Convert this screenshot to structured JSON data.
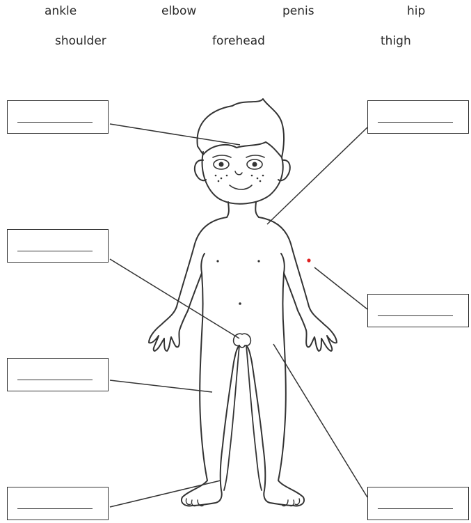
{
  "word_bank": [
    "ankle",
    "elbow",
    "penis",
    "hip",
    "shoulder",
    "forehead",
    "thigh"
  ],
  "label_boxes": [
    {
      "id": "forehead-box",
      "answer": ""
    },
    {
      "id": "chest-box",
      "answer": ""
    },
    {
      "id": "thigh-box",
      "answer": ""
    },
    {
      "id": "ankle-box",
      "answer": ""
    },
    {
      "id": "shoulder-box",
      "answer": ""
    },
    {
      "id": "elbow-box",
      "answer": ""
    },
    {
      "id": "hip-box",
      "answer": ""
    }
  ],
  "colors": {
    "line": "#333333",
    "marker": "#e02020",
    "background": "#ffffff"
  }
}
